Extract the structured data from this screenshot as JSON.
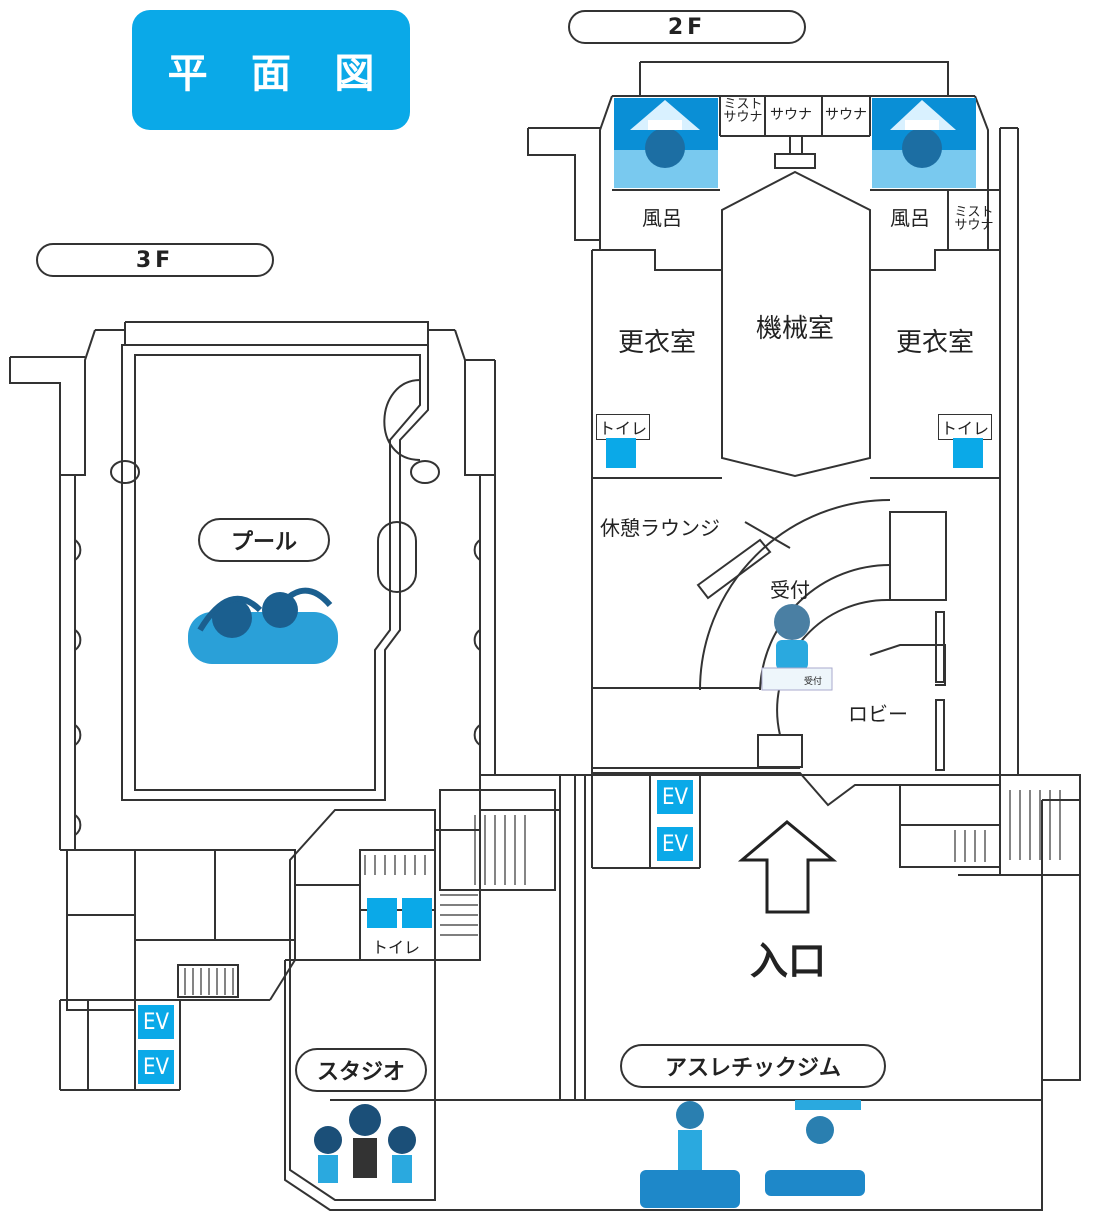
{
  "title": [
    "平",
    "面",
    "図"
  ],
  "floors": {
    "second": "2F",
    "third": "3F"
  },
  "rooms_2f": {
    "mist_sauna_top": [
      "ミスト",
      "サウナ"
    ],
    "sauna_1": "サウナ",
    "sauna_2": "サウナ",
    "bath_left": "風呂",
    "bath_right": "風呂",
    "mist_sauna_right": [
      "ミスト",
      "サウナ"
    ],
    "locker_left": "更衣室",
    "machine_room": "機械室",
    "locker_right": "更衣室",
    "toilet_left": "トイレ",
    "toilet_right": "トイレ",
    "lounge": "休憩ラウンジ",
    "reception": "受付",
    "reception_sign": "受付",
    "lobby": "ロビー",
    "ev_1": "EV",
    "ev_2": "EV",
    "entrance": "入口"
  },
  "rooms_3f": {
    "pool": "プール",
    "toilet": "トイレ",
    "ev_1": "EV",
    "ev_2": "EV",
    "studio": "スタジオ",
    "gym": "アスレチックジム"
  },
  "colors": {
    "accent": "#0aa9e8",
    "wall": "#333333",
    "floor": "#ffffff"
  },
  "icons": [
    "male-toilet-icon",
    "female-toilet-icon",
    "entrance-arrow-icon",
    "bath-illustration",
    "swimmer-illustration",
    "dancer-illustration",
    "gym-illustration",
    "receptionist-illustration"
  ]
}
